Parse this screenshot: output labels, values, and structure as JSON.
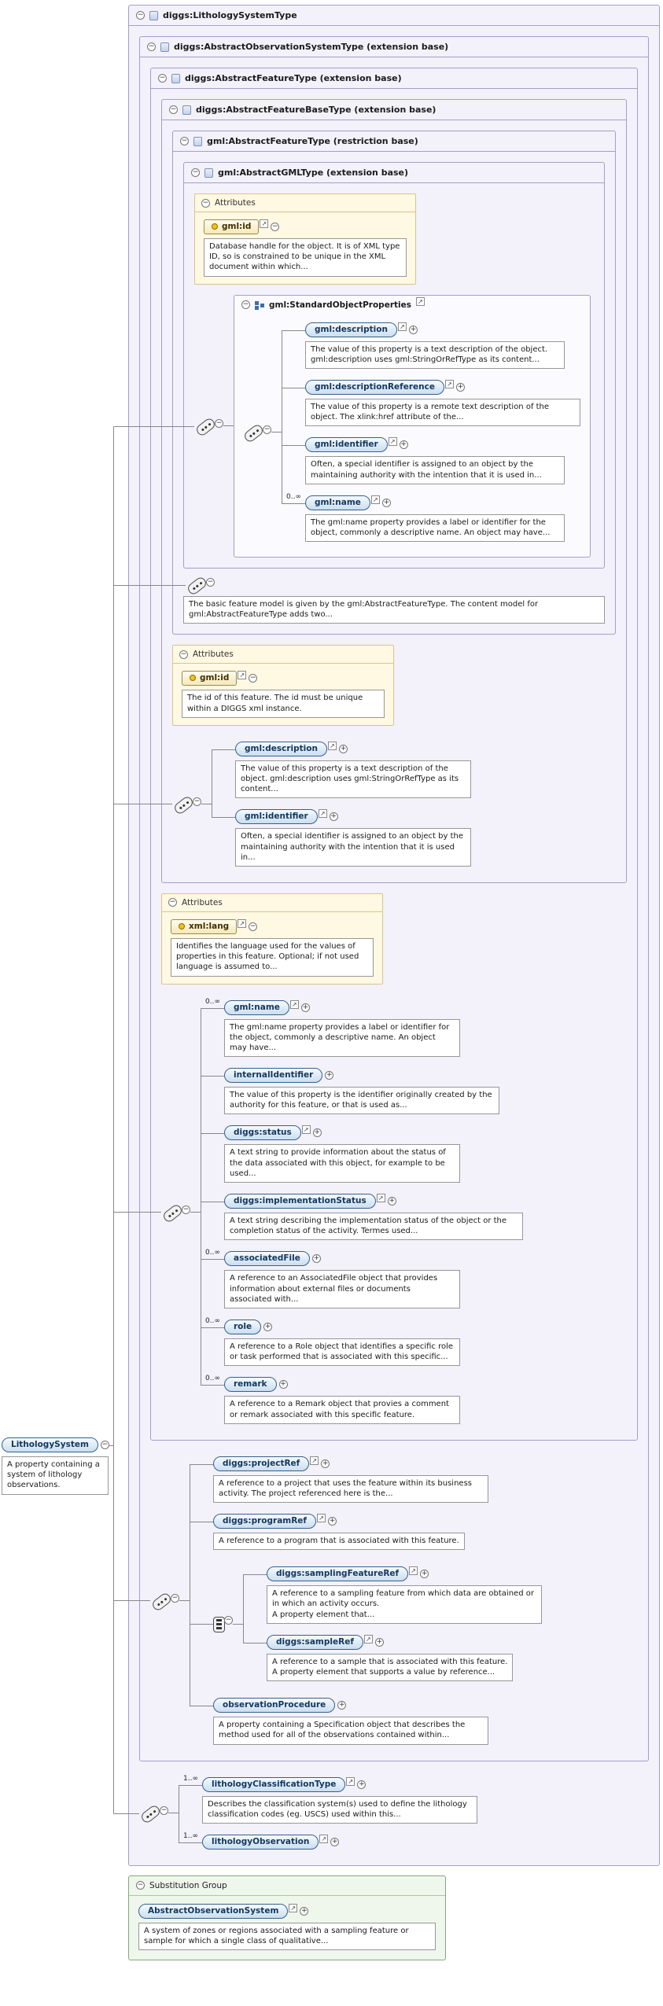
{
  "icons": {
    "link": "↗",
    "plus": "+",
    "minus": "−"
  },
  "labels": {
    "attributes": "Attributes",
    "substitution_group": "Substitution Group"
  },
  "boxes": {
    "l1": "diggs:LithologySystemType",
    "l2": "diggs:AbstractObservationSystemType (extension base)",
    "l3": "diggs:AbstractFeatureType (extension base)",
    "l4": "diggs:AbstractFeatureBaseType (extension base)",
    "l5": "gml:AbstractFeatureType (restriction base)",
    "l6": "gml:AbstractGMLType (extension base)"
  },
  "gml": {
    "attr_id": {
      "name": "gml:id",
      "doc": "Database handle for the object. It is of XML type ID, so is constrained to be unique in the XML document within which..."
    },
    "group_title": "gml:StandardObjectProperties",
    "items": [
      {
        "name": "gml:description",
        "doc": "The value of this property is a text description of the object. gml:description uses gml:StringOrRefType as its content..."
      },
      {
        "name": "gml:descriptionReference",
        "doc": "The value of this property is a remote text description of the object. The xlink:href attribute of the..."
      },
      {
        "name": "gml:identifier",
        "doc": "Often, a special identifier is assigned to an object by the maintaining authority with the intention that it is used in..."
      },
      {
        "name": "gml:name",
        "cardinality": "0..∞",
        "doc": "The gml:name property provides a label or identifier for the object, commonly a descriptive name. An object may have..."
      }
    ]
  },
  "gml_feature": {
    "note": "The basic feature model is given by the gml:AbstractFeatureType. The content model for gml:AbstractFeatureType adds two..."
  },
  "feature_base": {
    "attr_id": {
      "name": "gml:id",
      "doc": "The id of this feature. The id must be unique within a DIGGS xml instance."
    },
    "items": [
      {
        "name": "gml:description",
        "doc": "The value of this property is a text description of the object. gml:description uses gml:StringOrRefType as its content..."
      },
      {
        "name": "gml:identifier",
        "doc": "Often, a special identifier is assigned to an object by the maintaining authority with the intention that it is used in..."
      }
    ]
  },
  "diggs_feature": {
    "attr_lang": {
      "name": "xml:lang",
      "doc": "Identifies the language used for the values of properties in this feature. Optional; if not used language is assumed to..."
    },
    "items": [
      {
        "name": "gml:name",
        "cardinality": "0..∞",
        "doc": "The gml:name property provides a label or identifier for the object, commonly a descriptive name. An object may have..."
      },
      {
        "name": "internalIdentifier",
        "doc": "The value of this property is the identifier originally created by the authority for this feature, or that is used as..."
      },
      {
        "name": "diggs:status",
        "doc": "A text string to provide information about the status of the data associated with this object, for example to be used..."
      },
      {
        "name": "diggs:implementationStatus",
        "doc": "A text string describing the implementation status of the object or the completion status of the activity. Termes used..."
      },
      {
        "name": "associatedFile",
        "cardinality": "0..∞",
        "doc": "A reference to an AssociatedFile object that provides information about external files or documents associated with..."
      },
      {
        "name": "role",
        "cardinality": "0..∞",
        "doc": "A reference to a Role object that identifies a specific role or task performed that is associated with this specific..."
      },
      {
        "name": "remark",
        "cardinality": "0..∞",
        "doc": "A reference to a Remark object that provies a comment or remark associated with this specific feature."
      }
    ]
  },
  "obs_system": {
    "project_ref": {
      "name": "diggs:projectRef",
      "doc": "A reference to a project that uses the feature within its business activity. The project referenced here is the..."
    },
    "program_ref": {
      "name": "diggs:programRef",
      "doc": "A reference to a program that is associated with this feature."
    },
    "sampling_feature_ref": {
      "name": "diggs:samplingFeatureRef",
      "doc": "A reference to a sampling feature from which data are obtained or in which an activity occurs.\nA property element that..."
    },
    "sample_ref": {
      "name": "diggs:sampleRef",
      "doc": "A reference to a sample that is associated with this feature.\nA property element that supports a value by reference..."
    },
    "observation_procedure": {
      "name": "observationProcedure",
      "doc": "A property containing a Specification object that describes the method used for all of the observations contained within..."
    }
  },
  "lithology": {
    "classification": {
      "name": "lithologyClassificationType",
      "cardinality": "1..∞",
      "doc": "Describes the classification system(s) used to define the lithology classification codes (eg. USCS) used within this..."
    },
    "observation": {
      "name": "lithologyObservation",
      "cardinality": "1..∞"
    }
  },
  "root_element": {
    "name": "LithologySystem",
    "doc": "A property containing a system of lithology observations."
  },
  "substitution": {
    "name": "AbstractObservationSystem",
    "doc": "A system of zones or regions associated with a sampling feature or sample for which a single class of qualitative..."
  }
}
